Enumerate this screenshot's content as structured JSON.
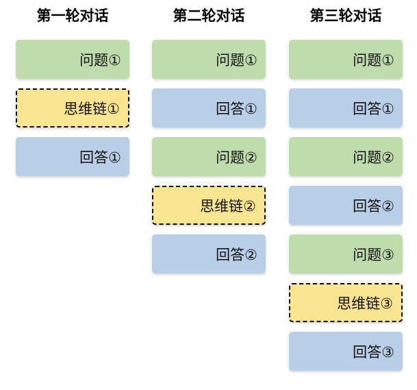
{
  "diagram": {
    "colors": {
      "question_fill": "#bedcac",
      "cot_fill": "#f9e48f",
      "answer_fill": "#b9cee7",
      "cot_border": "#000000",
      "title_color": "#000000",
      "box_text_color": "#111111"
    },
    "columns": [
      {
        "title": "第一轮对话",
        "items": [
          {
            "type": "question",
            "label": "问题①"
          },
          {
            "type": "cot",
            "label": "思维链①"
          },
          {
            "type": "answer",
            "label": "回答①"
          }
        ]
      },
      {
        "title": "第二轮对话",
        "items": [
          {
            "type": "question",
            "label": "问题①"
          },
          {
            "type": "answer",
            "label": "回答①"
          },
          {
            "type": "question",
            "label": "问题②"
          },
          {
            "type": "cot",
            "label": "思维链②"
          },
          {
            "type": "answer",
            "label": "回答②"
          }
        ]
      },
      {
        "title": "第三轮对话",
        "items": [
          {
            "type": "question",
            "label": "问题①"
          },
          {
            "type": "answer",
            "label": "回答①"
          },
          {
            "type": "question",
            "label": "问题②"
          },
          {
            "type": "answer",
            "label": "回答②"
          },
          {
            "type": "question",
            "label": "问题③"
          },
          {
            "type": "cot",
            "label": "思维链③"
          },
          {
            "type": "answer",
            "label": "回答③"
          }
        ]
      }
    ]
  }
}
